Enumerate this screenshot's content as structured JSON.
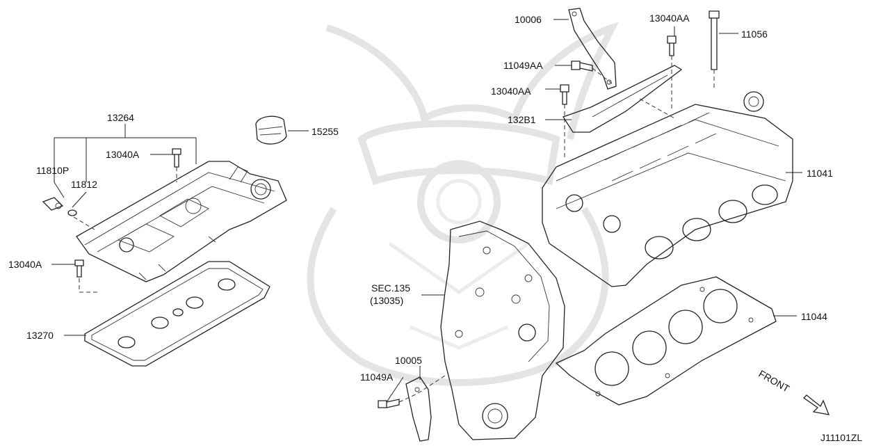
{
  "diagram_code": "J11101ZL",
  "front_label": "FRONT",
  "labels": {
    "p13264": "13264",
    "p11810P": "11810P",
    "p11812": "11812",
    "p13040A_top": "13040A",
    "p15255": "15255",
    "p13040A_left": "13040A",
    "p13270": "13270",
    "p10006": "10006",
    "p13040AA_top": "13040AA",
    "p11056": "11056",
    "p11049AA": "11049AA",
    "p13040AA_mid": "13040AA",
    "p132B1": "132B1",
    "p11041": "11041",
    "p11044": "11044",
    "sec135": "SEC.135",
    "sec135_ref": "(13035)",
    "p10005": "10005",
    "p11049A": "11049A"
  }
}
